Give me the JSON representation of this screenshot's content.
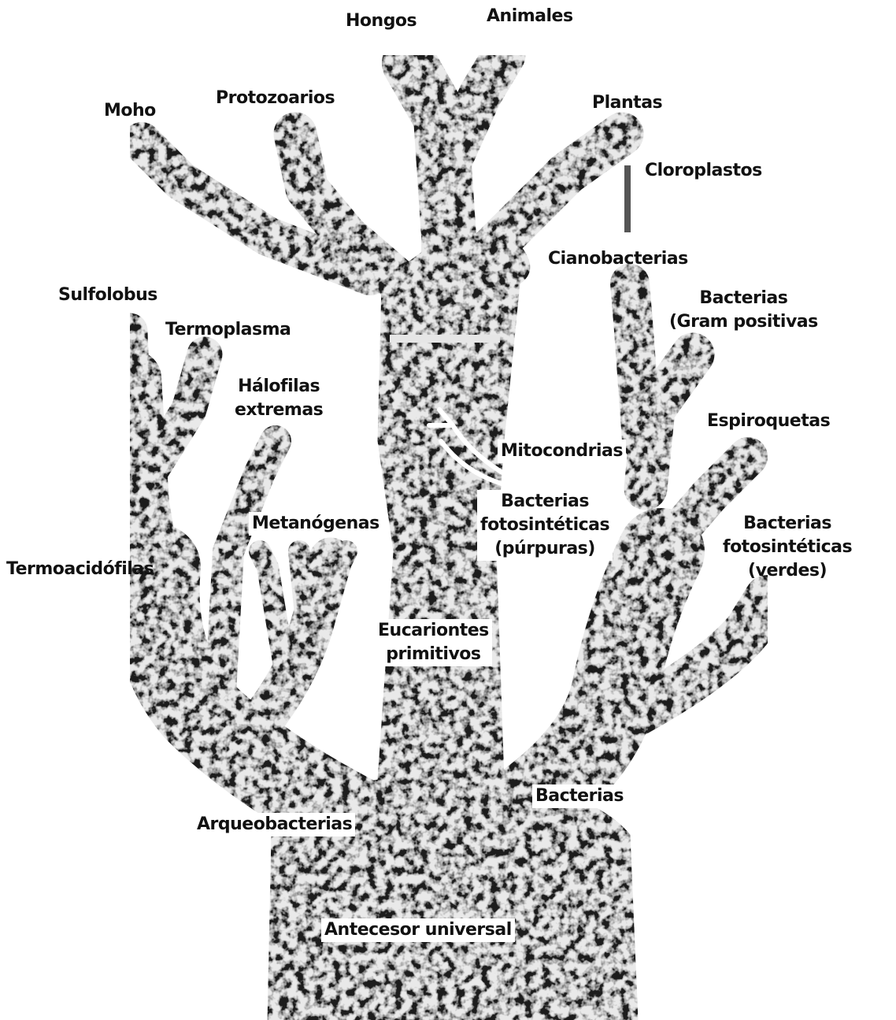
{
  "colors": {
    "trunk": "#2a2a2a",
    "texture_light": "#f2f2f2",
    "texture_dark": "#050505",
    "text": "#111111"
  },
  "labels": {
    "hongos": "Hongos",
    "animales": "Animales",
    "moho": "Moho",
    "protozoarios": "Protozoarios",
    "plantas": "Plantas",
    "cloroplastos": "Cloroplastos",
    "cianobacterias": "Cianobacterias",
    "sulfolobus": "Sulfolobus",
    "termoplasma": "Termoplasma",
    "bacterias_gram_1": "Bacterias",
    "bacterias_gram_2": "(Gram positivas",
    "halofilas_1": "Hálofilas",
    "halofilas_2": "extremas",
    "espiroquetas": "Espiroquetas",
    "mitocondrias": "Mitocondrias",
    "bact_purpuras_1": "Bacterias",
    "bact_purpuras_2": "fotosintéticas",
    "bact_purpuras_3": "(púrpuras)",
    "metanogenas": "Metanógenas",
    "bact_verdes_1": "Bacterias",
    "bact_verdes_2": "fotosintéticas",
    "bact_verdes_3": "(verdes)",
    "termoacidofilas": "Termoacidófilas",
    "eucariontes_1": "Eucariontes",
    "eucariontes_2": "primitivos",
    "bacterias": "Bacterias",
    "arqueobacterias": "Arqueobacterias",
    "antecesor": "Antecesor universal"
  }
}
